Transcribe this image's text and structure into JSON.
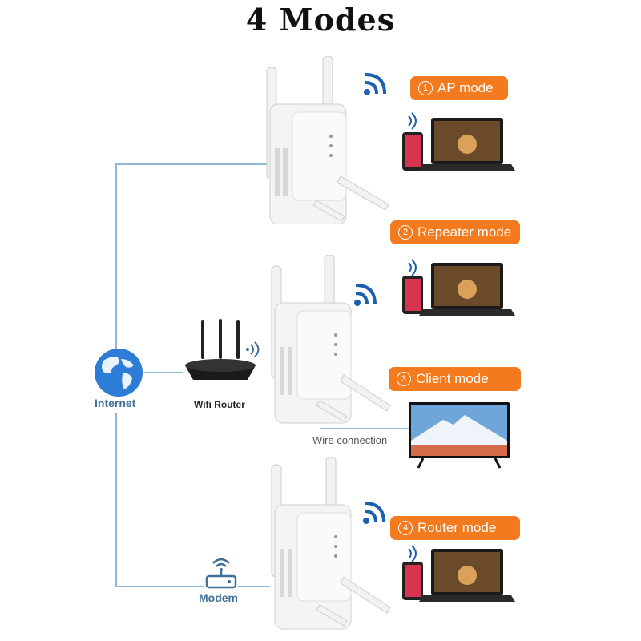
{
  "title": "4 Modes",
  "modes": [
    {
      "num": "1",
      "label": "AP mode"
    },
    {
      "num": "2",
      "label": "Repeater mode"
    },
    {
      "num": "3",
      "label": "Client mode"
    },
    {
      "num": "4",
      "label": "Router mode"
    }
  ],
  "labels": {
    "internet": "Internet",
    "wifi_router": "Wifi Router",
    "modem": "Modem",
    "wire_connection": "Wire connection"
  },
  "colors": {
    "accent": "#f47a1e",
    "wire": "#8fb8d4",
    "wifi": "#1d5fb0",
    "label": "#3f6f97"
  }
}
